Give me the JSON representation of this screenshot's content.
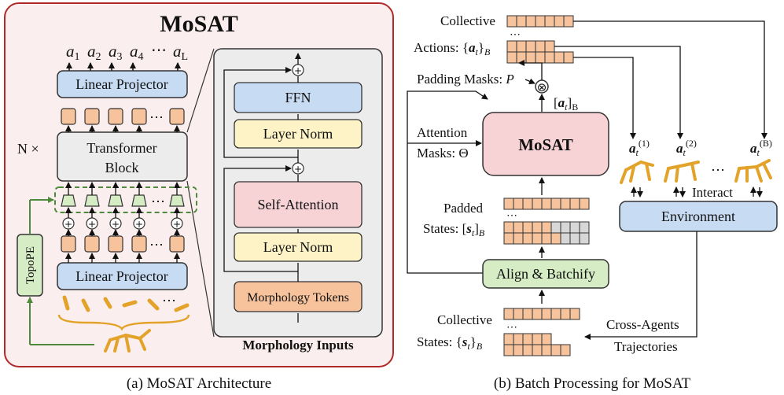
{
  "colors": {
    "panel_bg": "#fbeeee",
    "panel_border": "#b02a2a",
    "blue": "#c7dbf2",
    "yellow": "#fdf3c6",
    "pink": "#f7d3d6",
    "orange": "#f6c39c",
    "green": "#d5ecc4",
    "gray_box": "#ececec",
    "gray_cell": "#d7d7d7",
    "agent": "#e3a32b",
    "green_line": "#4e8a3b"
  },
  "arch": {
    "title": "MoSAT",
    "outputs": [
      "a",
      "a",
      "a",
      "a",
      "⋯",
      "a"
    ],
    "output_subs": [
      "1",
      "2",
      "3",
      "4",
      "",
      "L"
    ],
    "linear_top": "Linear Projector",
    "linear_bottom": "Linear Projector",
    "n_times": "N ×",
    "transformer_l1": "Transformer",
    "transformer_l2": "Block",
    "topo": "TopoPE",
    "ellipsis": "⋯",
    "plus": "+"
  },
  "block": {
    "ffn": "FFN",
    "ln1": "Layer Norm",
    "sa": "Self-Attention",
    "ln2": "Layer Norm",
    "morph": "Morphology Tokens",
    "inputs_label": "Morphology Inputs"
  },
  "batch": {
    "collective_actions_l1": "Collective",
    "collective_actions_l2": "Actions: {",
    "actions_sym": "a",
    "actions_sub": "t",
    "actions_close": "}",
    "actions_B": "B",
    "padding_masks": "Padding Masks: ",
    "padding_P": "P",
    "times": "⊗",
    "at_B": "[",
    "at_close": "]",
    "attention_l1": "Attention",
    "attention_l2": "Masks: Θ",
    "mosat": "MoSAT",
    "padded_l1": "Padded",
    "padded_l2": "States: [",
    "states_sym": "s",
    "align": "Align & Batchify",
    "collective_states_l1": "Collective",
    "collective_states_l2": "States: {",
    "environment": "Environment",
    "interact": "Interact",
    "cross_agents": "Cross-Agents",
    "trajectories": "Trajectories",
    "agent_sup": [
      "(1)",
      "(2)",
      "(B)"
    ],
    "ellipsis": "⋯"
  },
  "captions": {
    "a": "(a) MoSAT Architecture",
    "b": "(b) Batch Processing for MoSAT"
  }
}
